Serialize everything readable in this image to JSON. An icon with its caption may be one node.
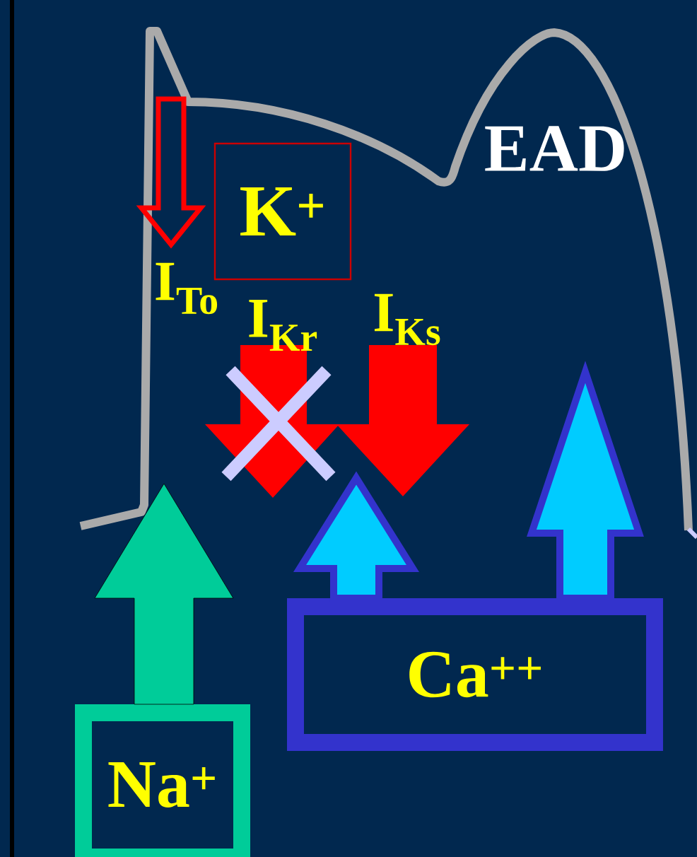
{
  "diagram": {
    "nodes": [
      {
        "text": [
          "K$^{+}$"
        ]
      },
      {
        "text": [
          "Ca$^{++}$"
        ]
      },
      {
        "text": [
          "Na$^{+}$"
        ]
      }
    ],
    "edges": [
      {
        "from": 1,
        "to": null,
        "arrow": "to",
        "color": "#00ccff"
      },
      {
        "from": 1,
        "to": null,
        "arrow": "to",
        "color": "#00ccff"
      },
      {
        "from": 2,
        "to": null,
        "arrow": "to",
        "color": "#00cc99"
      }
    ],
    "labels": [
      "EAD",
      "I$_{To}$",
      "I$_{Kr}$",
      "I$_{Ks}$"
    ]
  }
}
